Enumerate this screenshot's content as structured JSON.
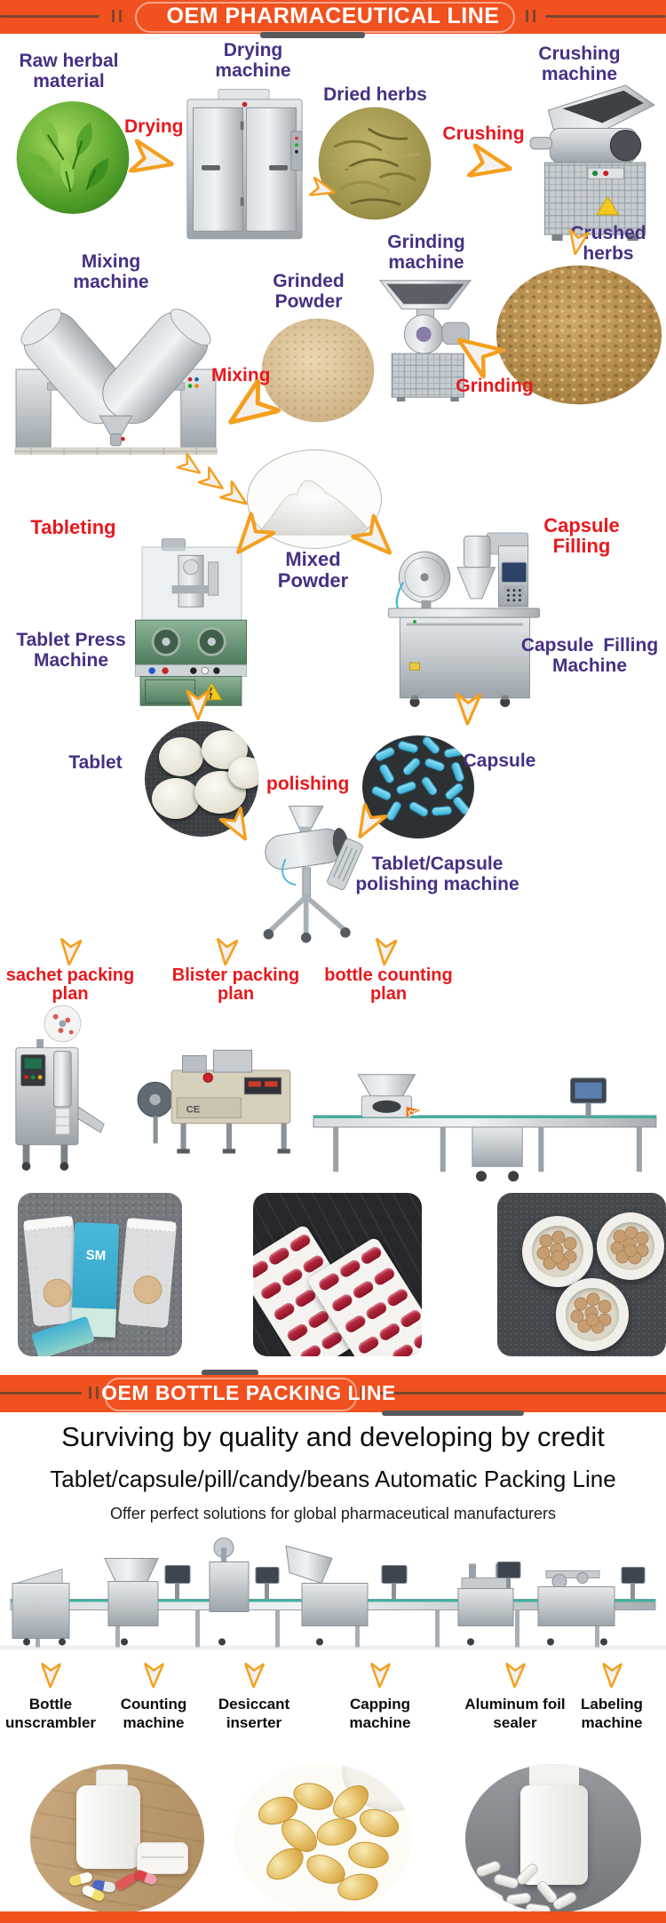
{
  "top_banner": {
    "title": "OEM PHARMACEUTICAL LINE"
  },
  "pharma_flow": {
    "raw_herbal_material": "Raw herbal\nmaterial",
    "drying_machine": "Drying\nmachine",
    "drying": "Drying",
    "dried_herbs": "Dried herbs",
    "crushing": "Crushing",
    "crushing_machine": "Crushing\nmachine",
    "crushed_herbs": "Crushed\nherbs",
    "grinding_machine": "Grinding\nmachine",
    "grinding": "Grinding",
    "grinded_powder": "Grinded\nPowder",
    "mixing_machine": "Mixing\nmachine",
    "mixing": "Mixing",
    "mixed_powder": "Mixed\nPowder",
    "tableting": "Tableting",
    "capsule_filling": "Capsule Filling",
    "tablet_press_machine": "Tablet Press\nMachine",
    "capsule_filling_machine": "Capsule Filling\nMachine",
    "tablet": "Tablet",
    "capsule": "Capsule",
    "polishing": "polishing",
    "polishing_machine": "Tablet/Capsule\npolishing machine"
  },
  "packing_plans": {
    "sachet": "sachet packing plan",
    "blister": "Blister packing plan",
    "bottle": "bottle counting plan"
  },
  "bottle_banner": {
    "title": "OEM BOTTLE PACKING LINE"
  },
  "slogans": {
    "line1": "Surviving by quality and developing by credit",
    "line2": "Tablet/capsule/pill/candy/beans Automatic Packing Line",
    "line3": "Offer perfect solutions for global pharmaceutical manufacturers"
  },
  "bottle_line_stations": [
    "Bottle\nunscrambler",
    "Counting\nmachine",
    "Desiccant\ninserter",
    "Capping\nmachine",
    "Aluminum foil\nsealer",
    "Labeling\nmachine"
  ],
  "photo_texts": {
    "sachet_brand": "SM",
    "ce_mark": "CE"
  },
  "colors": {
    "banner_orange": "#f0511f",
    "label_purple": "#463083",
    "label_red": "#e8181c",
    "arrow_orange": "#f59f1e"
  }
}
